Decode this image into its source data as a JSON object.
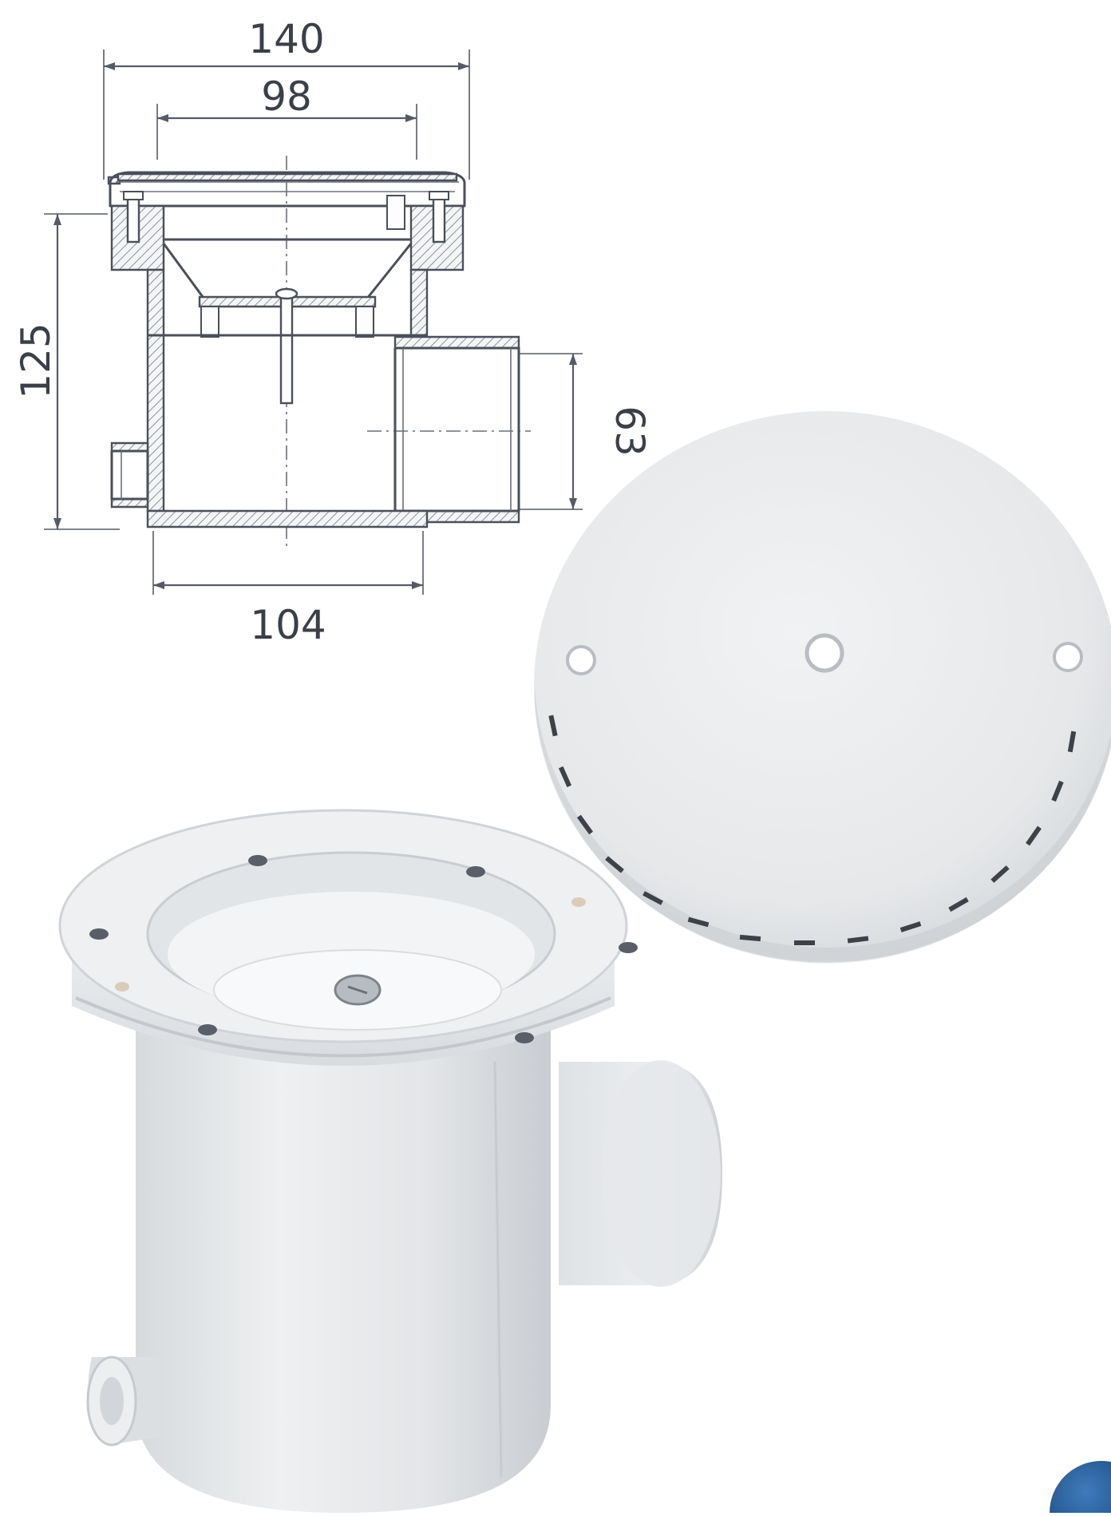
{
  "dimensions": {
    "overall_width": "140",
    "inner_width": "98",
    "height": "125",
    "outlet_diameter": "63",
    "base_width": "104"
  },
  "colors": {
    "drawing_line": "#4a4f59",
    "product_plastic": "#e8eaec",
    "badge": "#1c4f86"
  },
  "icons": [
    "drain-technical-drawing",
    "cover-plate-photo",
    "drain-body-photo",
    "brand-badge"
  ]
}
